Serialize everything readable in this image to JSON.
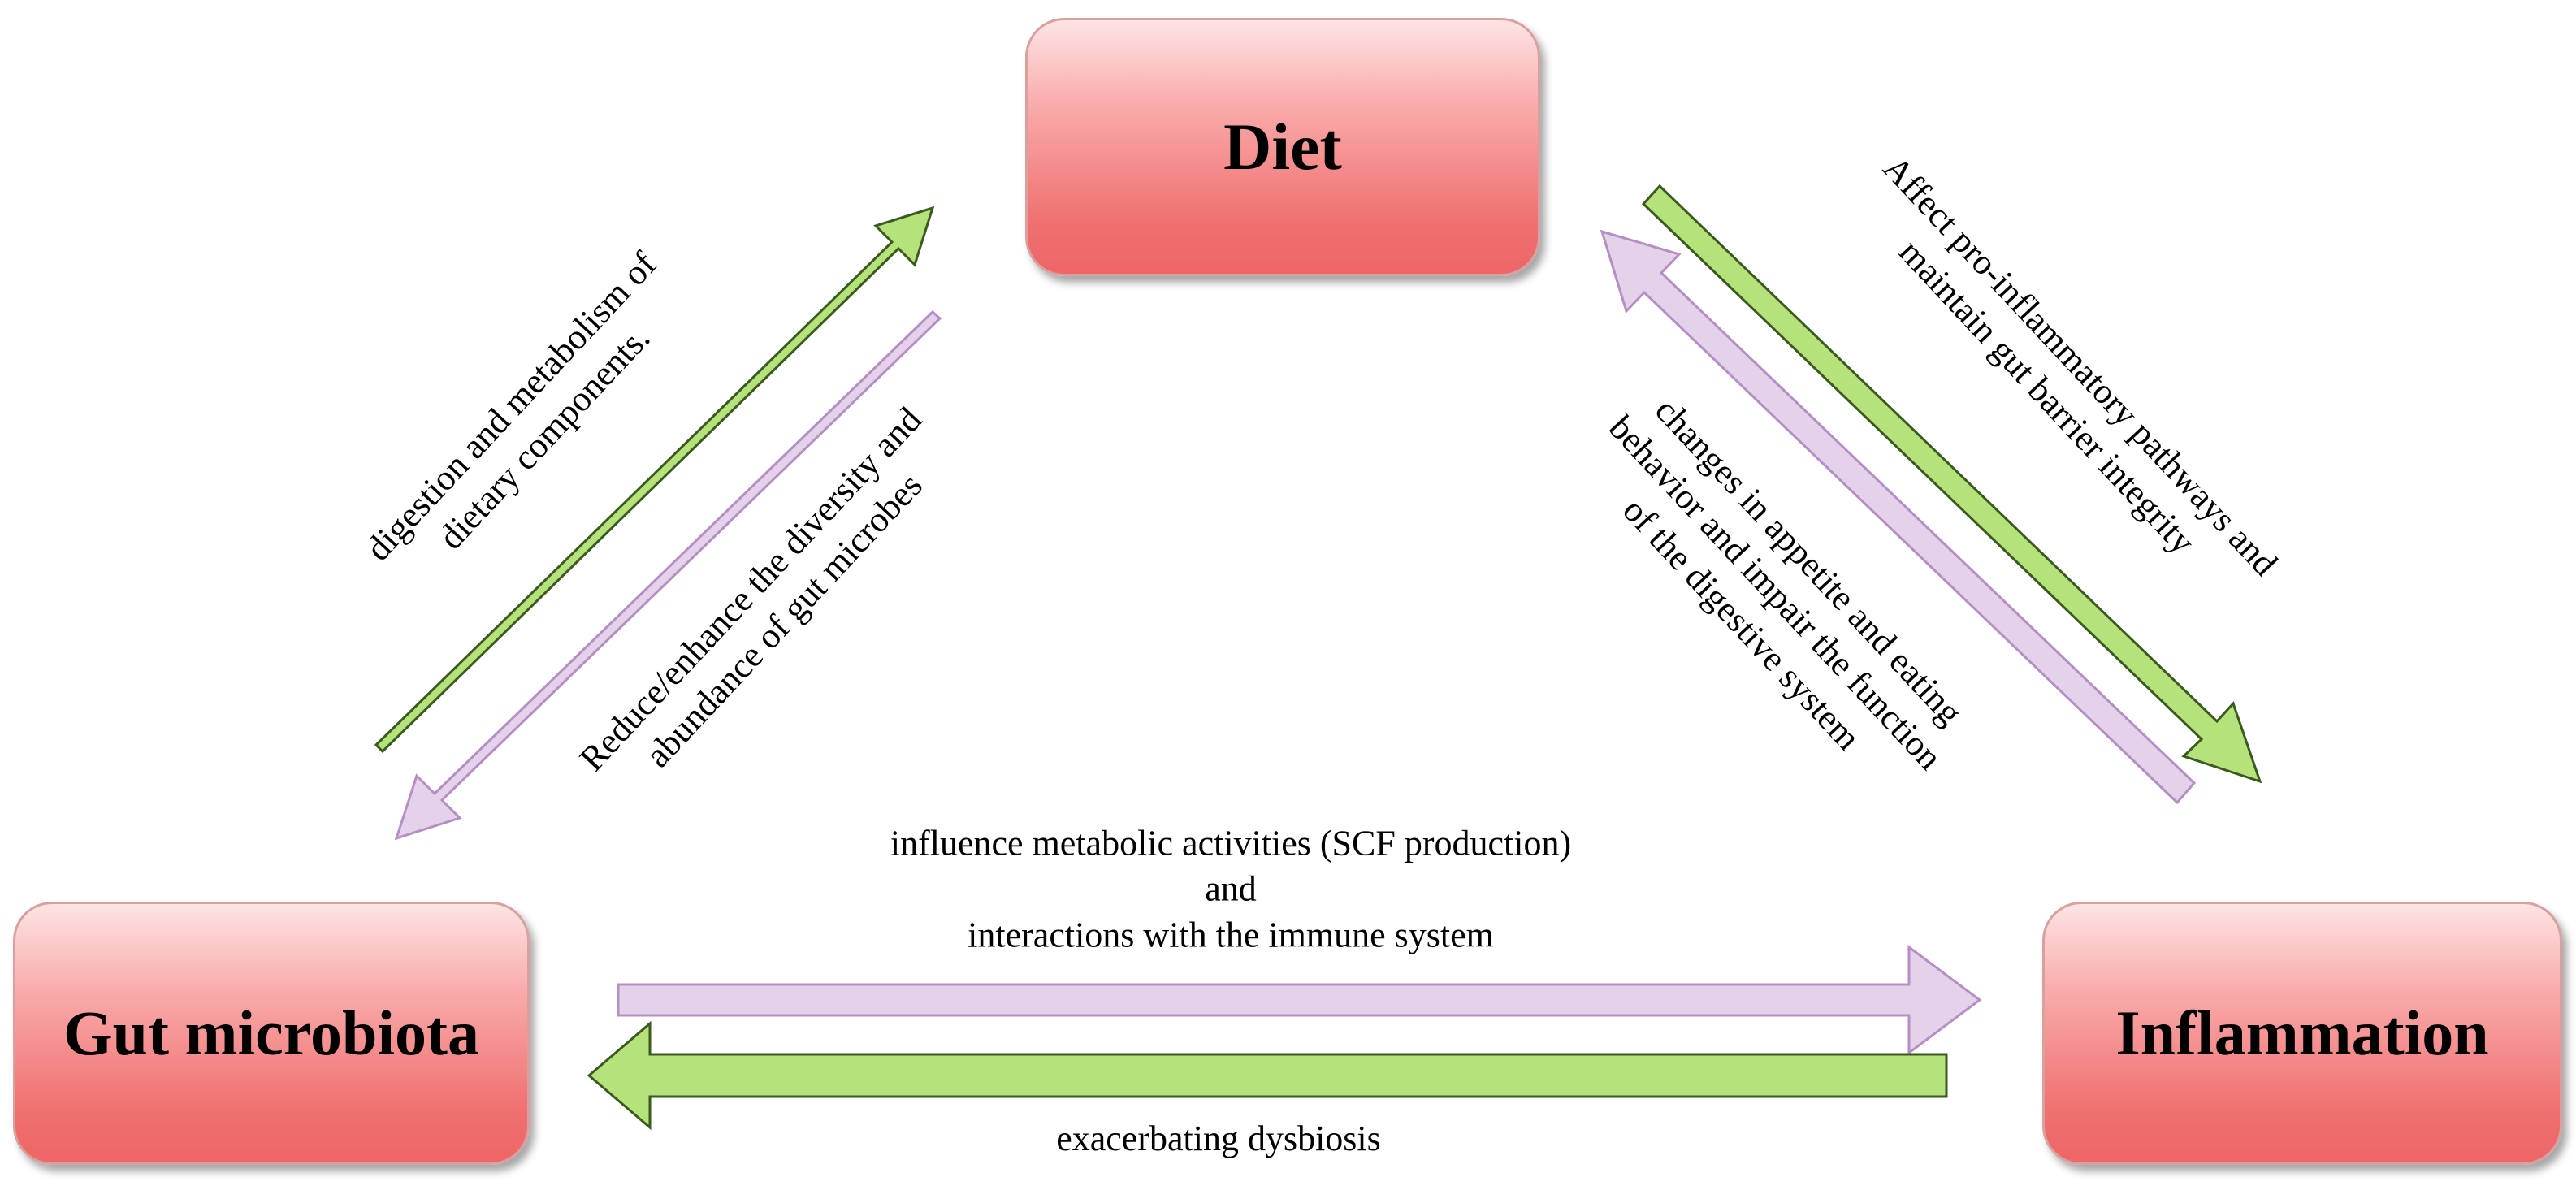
{
  "nodes": {
    "diet": "Diet",
    "gut_microbiota": "Gut microbiota",
    "inflammation": "Inflammation"
  },
  "edges": {
    "gut_to_diet": [
      "digestion and metabolism of",
      "dietary components."
    ],
    "diet_to_gut": [
      "Reduce/enhance the diversity and",
      "abundance of gut microbes"
    ],
    "diet_to_inflammation": [
      "Affect pro-inflammatory pathways and",
      "maintain gut barrier integrity"
    ],
    "inflammation_to_diet": [
      "changes in appetite and eating",
      "behavior and impair the function",
      "of the digestive system"
    ],
    "gut_to_inflammation": [
      "influence metabolic activities (SCF production)",
      "and",
      "interactions with the immune system"
    ],
    "inflammation_to_gut": "exacerbating dysbiosis"
  },
  "colors": {
    "green_arrow_fill": "#b5e27a",
    "green_arrow_stroke": "#3b5a1f",
    "purple_arrow_fill": "#e4d2ea",
    "purple_arrow_stroke": "#b58fc4",
    "node_fill": "#f27a7a"
  }
}
